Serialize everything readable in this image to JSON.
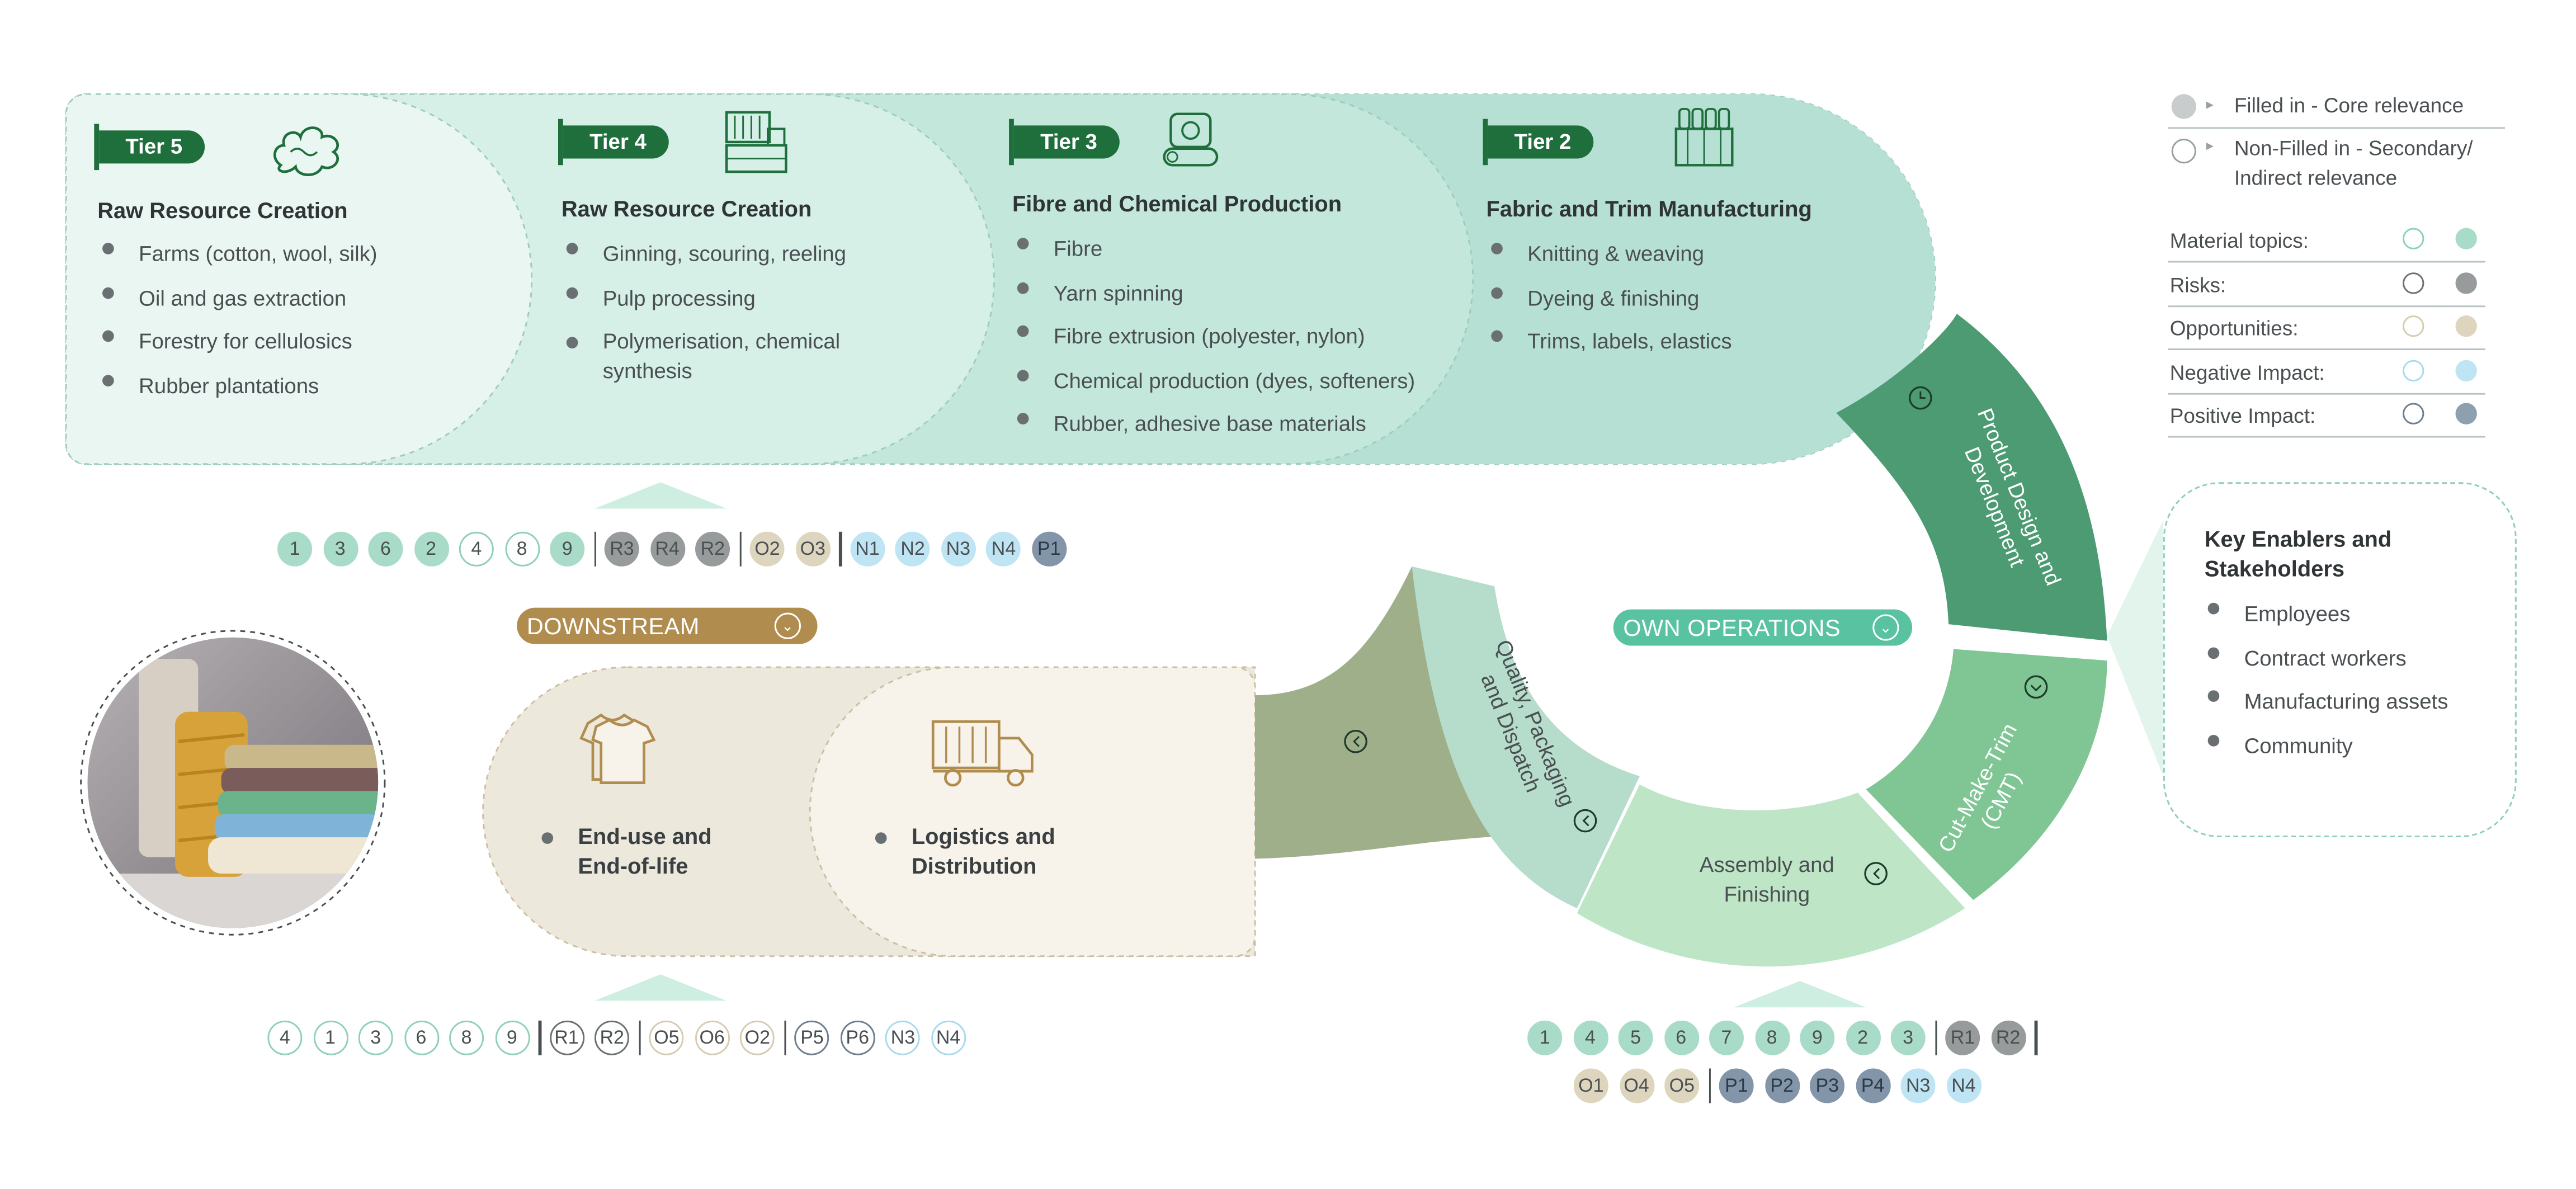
{
  "tiers": [
    {
      "tier": "Tier 5",
      "icon": "cotton-icon",
      "title": "Raw Resource Creation",
      "items": [
        "Farms (cotton, wool, silk)",
        "Oil and gas extraction",
        "Forestry for cellulosics",
        "Rubber plantations"
      ]
    },
    {
      "tier": "Tier 4",
      "icon": "loom-icon",
      "title": "Raw Resource Creation",
      "items": [
        "Ginning, scouring, reeling",
        "Pulp processing",
        "Polymerisation, chemical synthesis"
      ]
    },
    {
      "tier": "Tier 3",
      "icon": "fibre-production-icon",
      "title": "Fibre and Chemical Production",
      "items": [
        "Fibre",
        "Yarn spinning",
        "Fibre extrusion (polyester, nylon)",
        "Chemical production (dyes, softeners)",
        "Rubber, adhesive base materials"
      ]
    },
    {
      "tier": "Tier 2",
      "icon": "textile-machine-icon",
      "title": "Fabric and Trim Manufacturing",
      "items": [
        "Knitting & weaving",
        "Dyeing & finishing",
        "Trims, labels, elastics"
      ]
    }
  ],
  "legend": {
    "filled": "Filled in - Core relevance",
    "nonfilled": "Non-Filled in - Secondary/ Indirect relevance",
    "rows": [
      {
        "label": "Material topics:",
        "color": "#a9dcc8",
        "outline": "#8fd1b7"
      },
      {
        "label": "Risks:",
        "color": "#979b9c",
        "outline": "#6c7072"
      },
      {
        "label": "Opportunities:",
        "color": "#ddd5bd",
        "outline": "#d6ccb0"
      },
      {
        "label": "Negative Impact:",
        "color": "#bfe4f4",
        "outline": "#a7daf0"
      },
      {
        "label": "Positive Impact:",
        "color": "#8e9fae",
        "outline": "#6d7f8f"
      }
    ]
  },
  "colors": {
    "topic": "#a9dcc8",
    "topic_outline": "#8fd1b7",
    "risk": "#979b9c",
    "risk_outline": "#6c7072",
    "opp": "#ddd5bd",
    "opp_outline": "#d6ccb0",
    "neg": "#bfe4f4",
    "neg_outline": "#a7daf0",
    "pos": "#8395a8",
    "pos_outline": "#6d7f8f"
  },
  "upstream_chips": [
    {
      "t": "1",
      "c": "topic",
      "f": true
    },
    {
      "t": "3",
      "c": "topic",
      "f": true
    },
    {
      "t": "6",
      "c": "topic",
      "f": true
    },
    {
      "t": "2",
      "c": "topic",
      "f": true
    },
    {
      "t": "4",
      "c": "topic",
      "f": false
    },
    {
      "t": "8",
      "c": "topic",
      "f": false
    },
    {
      "t": "9",
      "c": "topic",
      "f": true
    },
    {
      "sep": true
    },
    {
      "t": "R3",
      "c": "risk",
      "f": true
    },
    {
      "t": "R4",
      "c": "risk",
      "f": true
    },
    {
      "t": "R2",
      "c": "risk",
      "f": true
    },
    {
      "sep": true
    },
    {
      "t": "O2",
      "c": "opp",
      "f": true
    },
    {
      "t": "O3",
      "c": "opp",
      "f": true
    },
    {
      "sep": true
    },
    {
      "t": "N1",
      "c": "neg",
      "f": true
    },
    {
      "t": "N2",
      "c": "neg",
      "f": true
    },
    {
      "t": "N3",
      "c": "neg",
      "f": true
    },
    {
      "t": "N4",
      "c": "neg",
      "f": true
    },
    {
      "t": "P1",
      "c": "pos",
      "f": true
    }
  ],
  "downstream_chips": [
    {
      "t": "4",
      "c": "topic",
      "f": false
    },
    {
      "t": "1",
      "c": "topic",
      "f": false
    },
    {
      "t": "3",
      "c": "topic",
      "f": false
    },
    {
      "t": "6",
      "c": "topic",
      "f": false
    },
    {
      "t": "8",
      "c": "topic",
      "f": false
    },
    {
      "t": "9",
      "c": "topic",
      "f": false
    },
    {
      "sep": true
    },
    {
      "t": "R1",
      "c": "risk",
      "f": false
    },
    {
      "t": "R2",
      "c": "risk",
      "f": false
    },
    {
      "sep": true
    },
    {
      "t": "O5",
      "c": "opp",
      "f": false
    },
    {
      "t": "O6",
      "c": "opp",
      "f": false
    },
    {
      "t": "O2",
      "c": "opp",
      "f": false
    },
    {
      "sep": true
    },
    {
      "t": "P5",
      "c": "pos",
      "f": false
    },
    {
      "t": "P6",
      "c": "pos",
      "f": false
    },
    {
      "t": "N3",
      "c": "neg",
      "f": false
    },
    {
      "t": "N4",
      "c": "neg",
      "f": false
    }
  ],
  "own_chips_row1": [
    {
      "t": "1",
      "c": "topic",
      "f": true
    },
    {
      "t": "4",
      "c": "topic",
      "f": true
    },
    {
      "t": "5",
      "c": "topic",
      "f": true
    },
    {
      "t": "6",
      "c": "topic",
      "f": true
    },
    {
      "t": "7",
      "c": "topic",
      "f": true
    },
    {
      "t": "8",
      "c": "topic",
      "f": true
    },
    {
      "t": "9",
      "c": "topic",
      "f": true
    },
    {
      "t": "2",
      "c": "topic",
      "f": true
    },
    {
      "t": "3",
      "c": "topic",
      "f": true
    },
    {
      "sep": true
    },
    {
      "t": "R1",
      "c": "risk",
      "f": true
    },
    {
      "t": "R2",
      "c": "risk",
      "f": true
    },
    {
      "sep": true
    }
  ],
  "own_chips_row2": [
    {
      "t": "O1",
      "c": "opp",
      "f": true
    },
    {
      "t": "O4",
      "c": "opp",
      "f": true
    },
    {
      "t": "O5",
      "c": "opp",
      "f": true
    },
    {
      "sep": true
    },
    {
      "t": "P1",
      "c": "pos",
      "f": true
    },
    {
      "t": "P2",
      "c": "pos",
      "f": true
    },
    {
      "t": "P3",
      "c": "pos",
      "f": true
    },
    {
      "t": "P4",
      "c": "pos",
      "f": true
    },
    {
      "t": "N3",
      "c": "neg",
      "f": true
    },
    {
      "t": "N4",
      "c": "neg",
      "f": true
    }
  ],
  "downstream": {
    "label": "DOWNSTREAM",
    "stages": [
      {
        "icon": "tshirt-icon",
        "title": "End-use and End-of-life"
      },
      {
        "icon": "truck-icon",
        "title": "Logistics and Distribution"
      }
    ]
  },
  "own_ops": {
    "label": "OWN OPERATIONS",
    "segments": [
      "Product Design and Development",
      "Cut-Make-Trim (CMT)",
      "Assembly and Finishing",
      "Quality, Packaging and Dispatch"
    ]
  },
  "enablers": {
    "title": "Key Enablers and Stakeholders",
    "items": [
      "Employees",
      "Contract workers",
      "Manufacturing assets",
      "Community"
    ]
  }
}
